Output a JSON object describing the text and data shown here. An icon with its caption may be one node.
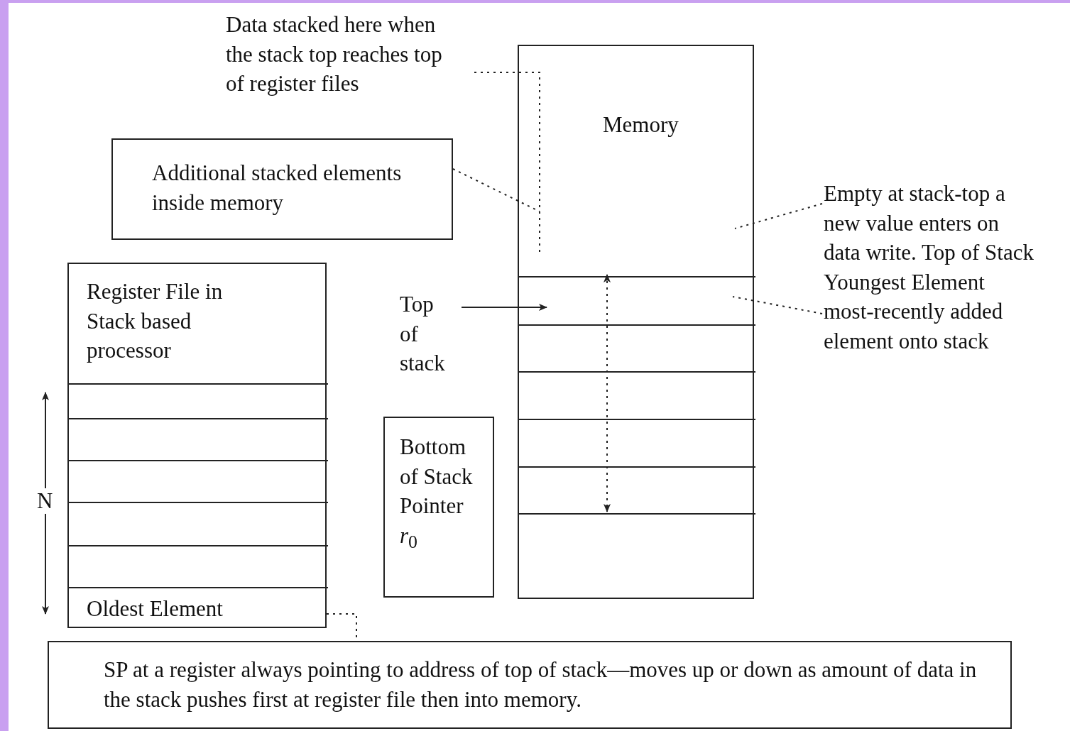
{
  "diagram": {
    "nodes": [
      {
        "text": [
          "Data stacked here when the stack top reaches top of register files"
        ]
      },
      {
        "text": [
          "Additional stacked elements inside memory"
        ]
      },
      {
        "text": [
          "Register File in Stack based processor"
        ]
      },
      {
        "text": [],
        "shape": "box",
        "in": 2
      },
      {
        "text": [],
        "shape": "box",
        "in": 2
      },
      {
        "text": [],
        "shape": "box",
        "in": 2
      },
      {
        "text": [],
        "shape": "box",
        "in": 2
      },
      {
        "text": [],
        "shape": "box",
        "in": 2
      },
      {
        "text": [
          "Oldest Element"
        ],
        "in": 2
      },
      {
        "text": [
          "Top of stack"
        ]
      },
      {
        "text": [
          "Bottom of Stack Pointer *r*$_{0}$"
        ]
      },
      {
        "text": [
          "Memory"
        ]
      },
      {
        "text": [],
        "shape": "box",
        "in": 11
      },
      {
        "text": [],
        "shape": "box",
        "in": 11
      },
      {
        "text": [],
        "shape": "box",
        "in": 11
      },
      {
        "text": [],
        "shape": "box",
        "in": 11
      },
      {
        "text": [],
        "shape": "box",
        "in": 11
      },
      {
        "text": [],
        "shape": "box",
        "in": 11
      },
      {
        "text": [
          "Empty at stack-top a new value enters on data write. Top of Stack Youngest Element most-recently added element onto stack"
        ]
      },
      {
        "text": [
          "SP at a register always pointing to address of top of stack—moves up or down as amount of data in the stack pushes first at register file then into memory."
        ]
      }
    ],
    "edges": [
      {
        "from": 0,
        "to": null,
        "arrow": "none",
        "style": "dashed"
      },
      {
        "from": 1,
        "to": null,
        "arrow": "none",
        "style": "dashed"
      },
      {
        "from": 9,
        "to": 12,
        "arrow": "to"
      },
      {
        "from": 18,
        "to": 11,
        "arrow": "none",
        "style": "dashed"
      },
      {
        "from": 18,
        "to": 12,
        "arrow": "none",
        "style": "dashed"
      },
      {
        "from": 8,
        "to": 19,
        "arrow": "none",
        "style": "dashed"
      },
      {
        "from": 12,
        "to": 16,
        "arrow": "both",
        "style": "dashed"
      }
    ],
    "labels": [
      "N"
    ]
  }
}
